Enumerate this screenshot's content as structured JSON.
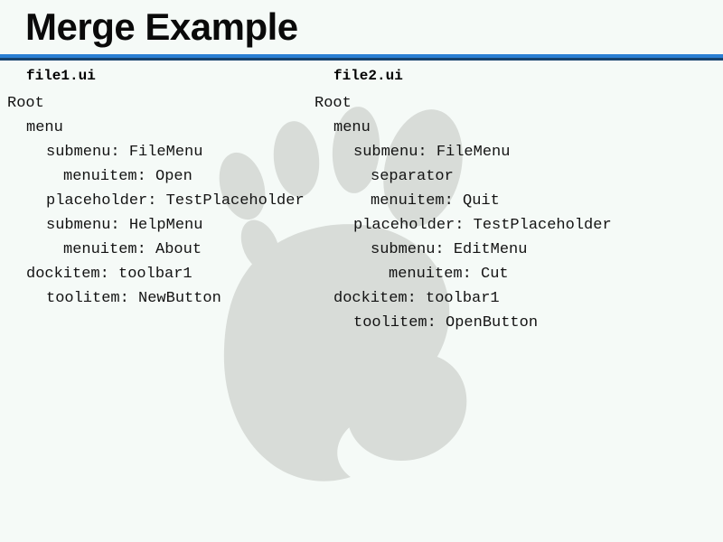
{
  "slide": {
    "title": "Merge Example",
    "background_color": "#f5faf7",
    "rule_color": "#2a7fd4",
    "rule_shadow_color": "#17436e",
    "text_color": "#131313",
    "watermark_color": "#d8dcd8",
    "watermark_name": "gnome-foot-logo"
  },
  "columns": [
    {
      "heading": "file1.ui",
      "lines": [
        {
          "text": "Root",
          "depth": 0
        },
        {
          "text": "menu",
          "depth": 1
        },
        {
          "text": "submenu: FileMenu",
          "depth": 2
        },
        {
          "text": "menuitem: Open",
          "depth": 3
        },
        {
          "text": "placeholder: TestPlaceholder",
          "depth": 2
        },
        {
          "text": "submenu: HelpMenu",
          "depth": 2
        },
        {
          "text": "menuitem: About",
          "depth": 3
        },
        {
          "text": "dockitem: toolbar1",
          "depth": 1
        },
        {
          "text": "toolitem: NewButton",
          "depth": 2
        }
      ]
    },
    {
      "heading": "file2.ui",
      "lines": [
        {
          "text": "Root",
          "depth": 0
        },
        {
          "text": "menu",
          "depth": 1
        },
        {
          "text": "submenu: FileMenu",
          "depth": 2
        },
        {
          "text": "separator",
          "depth": 3
        },
        {
          "text": "menuitem: Quit",
          "depth": 3
        },
        {
          "text": "placeholder: TestPlaceholder",
          "depth": 2
        },
        {
          "text": "submenu: EditMenu",
          "depth": 3
        },
        {
          "text": "menuitem: Cut",
          "depth": 4
        },
        {
          "text": "dockitem: toolbar1",
          "depth": 1
        },
        {
          "text": "toolitem: OpenButton",
          "depth": 2
        }
      ]
    }
  ]
}
